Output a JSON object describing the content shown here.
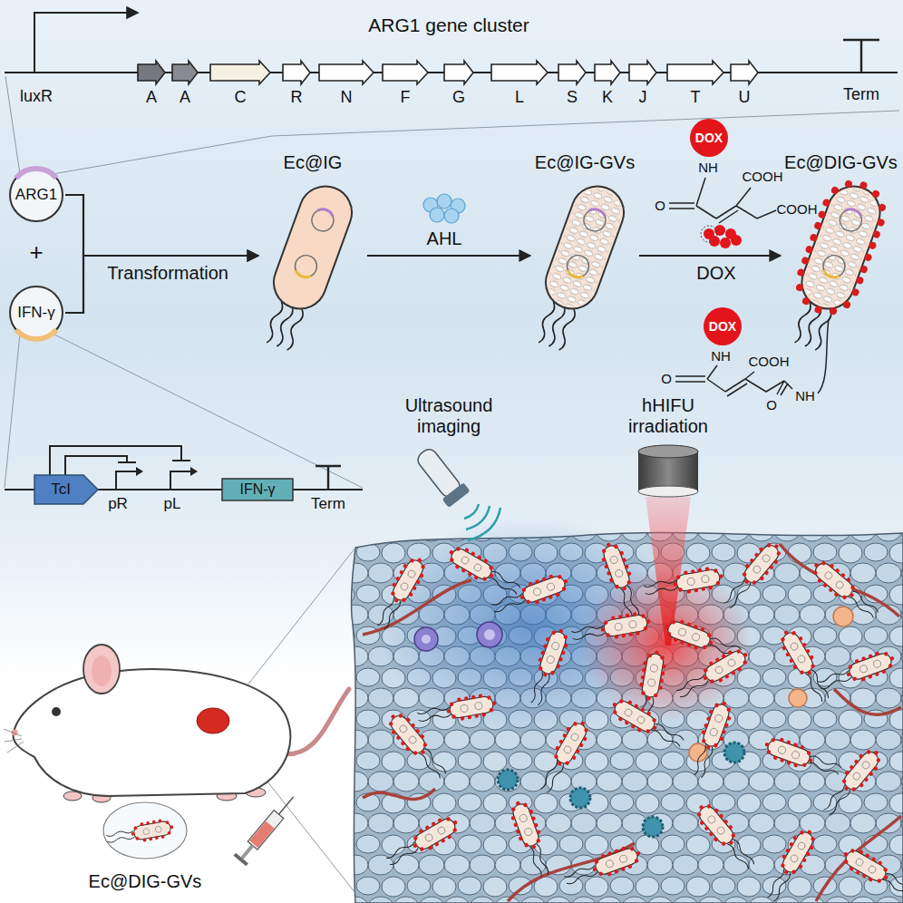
{
  "diagram": {
    "nodes": [
      {
        "text": [
          "ARG1"
        ]
      },
      {
        "text": [
          "IFN-γ"
        ]
      },
      {
        "text": [
          "Ec@IG"
        ]
      },
      {
        "text": [
          "Ec@IG-GVs"
        ]
      },
      {
        "text": [
          "DOX"
        ]
      },
      {
        "text": [
          "Ec@DIG-GVs"
        ]
      },
      {
        "text": [
          "DOX"
        ]
      },
      {
        "text": [
          "TcI"
        ]
      },
      {
        "text": [
          "IFN-γ"
        ]
      },
      {
        "text": [
          "Ec@DIG-GVs"
        ]
      }
    ],
    "edges": [
      {
        "from": 0,
        "to": 2,
        "arrow": "to",
        "label": "Transformation"
      },
      {
        "from": 1,
        "to": 2,
        "arrow": "to"
      },
      {
        "from": 2,
        "to": 3,
        "arrow": "to",
        "label": "AHL"
      },
      {
        "from": 3,
        "to": 5,
        "arrow": "to",
        "label": "DOX"
      }
    ],
    "labels": [
      "ARG1 gene cluster",
      "luxR",
      "A",
      "A",
      "C",
      "R",
      "N",
      "F",
      "G",
      "L",
      "S",
      "K",
      "J",
      "T",
      "U",
      "Term",
      "+",
      "O",
      "NH",
      "COOH",
      "COOH",
      "O",
      "NH",
      "COOH",
      "O",
      "NH",
      "Ultrasound imaging",
      "hHIFU irradiation",
      "pR",
      "pL",
      "Term"
    ]
  }
}
